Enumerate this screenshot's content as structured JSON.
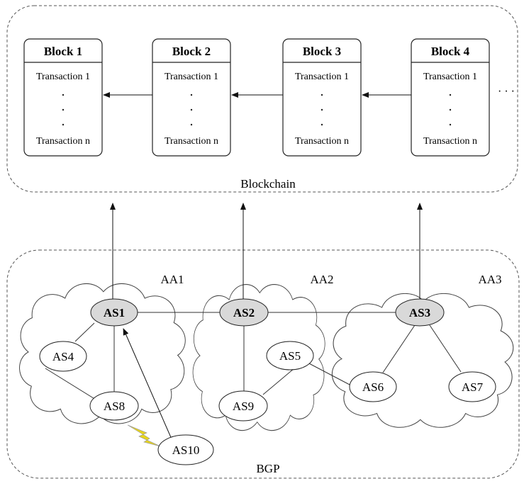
{
  "blockchain": {
    "label": "Blockchain",
    "ellipsis": "· · ·",
    "blocks": [
      {
        "title": "Block 1",
        "first_tx": "Transaction 1",
        "last_tx": "Transaction n"
      },
      {
        "title": "Block 2",
        "first_tx": "Transaction 1",
        "last_tx": "Transaction n"
      },
      {
        "title": "Block 3",
        "first_tx": "Transaction 1",
        "last_tx": "Transaction n"
      },
      {
        "title": "Block 4",
        "first_tx": "Transaction 1",
        "last_tx": "Transaction n"
      }
    ]
  },
  "bgp": {
    "label": "BGP",
    "areas": [
      {
        "label": "AA1"
      },
      {
        "label": "AA2"
      },
      {
        "label": "AA3"
      }
    ],
    "nodes": {
      "as1": "AS1",
      "as2": "AS2",
      "as3": "AS3",
      "as4": "AS4",
      "as5": "AS5",
      "as6": "AS6",
      "as7": "AS7",
      "as8": "AS8",
      "as9": "AS9",
      "as10": "AS10"
    },
    "colors": {
      "border_node_fill": "#d9d9d9",
      "lightning": "#e8d51a"
    }
  }
}
